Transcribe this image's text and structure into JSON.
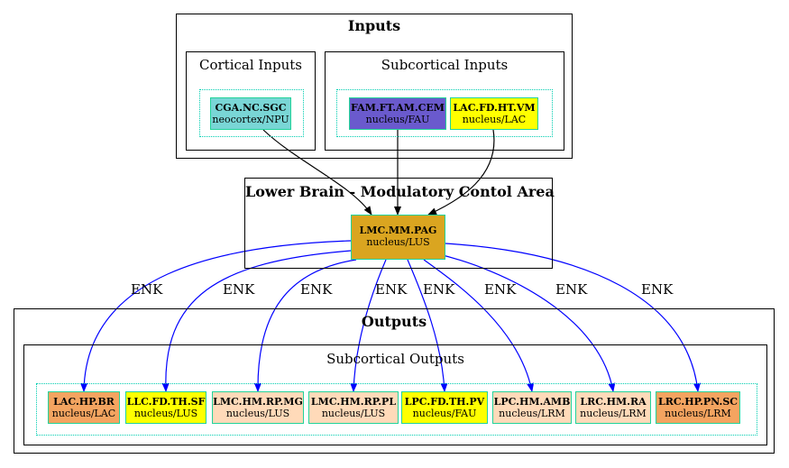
{
  "clusters": {
    "inputs": "Inputs",
    "cortical_inputs": "Cortical Inputs",
    "subcortical_inputs": "Subcortical Inputs",
    "lower_brain": "Lower Brain - Modulatory Contol Area",
    "outputs": "Outputs",
    "subcortical_outputs": "Subcortical Outputs"
  },
  "nodes": {
    "cga": {
      "name": "CGA.NC.SGC",
      "sub": "neocortex/NPU",
      "color": "#79d6d6"
    },
    "fam": {
      "name": "FAM.FT.AM.CEM",
      "sub": "nucleus/FAU",
      "color": "#6a5acd"
    },
    "lac_vm": {
      "name": "LAC.FD.HT.VM",
      "sub": "nucleus/LAC",
      "color": "#ffff00"
    },
    "lmc": {
      "name": "LMC.MM.PAG",
      "sub": "nucleus/LUS",
      "color": "#daa520"
    }
  },
  "outputs": [
    {
      "name": "LAC.HP.BR",
      "sub": "nucleus/LAC",
      "color": "#f4a460"
    },
    {
      "name": "LLC.FD.TH.SF",
      "sub": "nucleus/LUS",
      "color": "#ffff00"
    },
    {
      "name": "LMC.HM.RP.MG",
      "sub": "nucleus/LUS",
      "color": "#ffdab9"
    },
    {
      "name": "LMC.HM.RP.PL",
      "sub": "nucleus/LUS",
      "color": "#ffdab9"
    },
    {
      "name": "LPC.FD.TH.PV",
      "sub": "nucleus/FAU",
      "color": "#ffff00"
    },
    {
      "name": "LPC.HM.AMB",
      "sub": "nucleus/LRM",
      "color": "#ffdab9"
    },
    {
      "name": "LRC.HM.RA",
      "sub": "nucleus/LRM",
      "color": "#ffdab9"
    },
    {
      "name": "LRC.HP.PN.SC",
      "sub": "nucleus/LRM",
      "color": "#f4a460"
    }
  ],
  "edge_labels": [
    "ENK",
    "ENK",
    "ENK",
    "ENK",
    "ENK",
    "ENK",
    "ENK",
    "ENK"
  ],
  "edge_colors": {
    "input": "#000000",
    "output": "#0000ff"
  }
}
